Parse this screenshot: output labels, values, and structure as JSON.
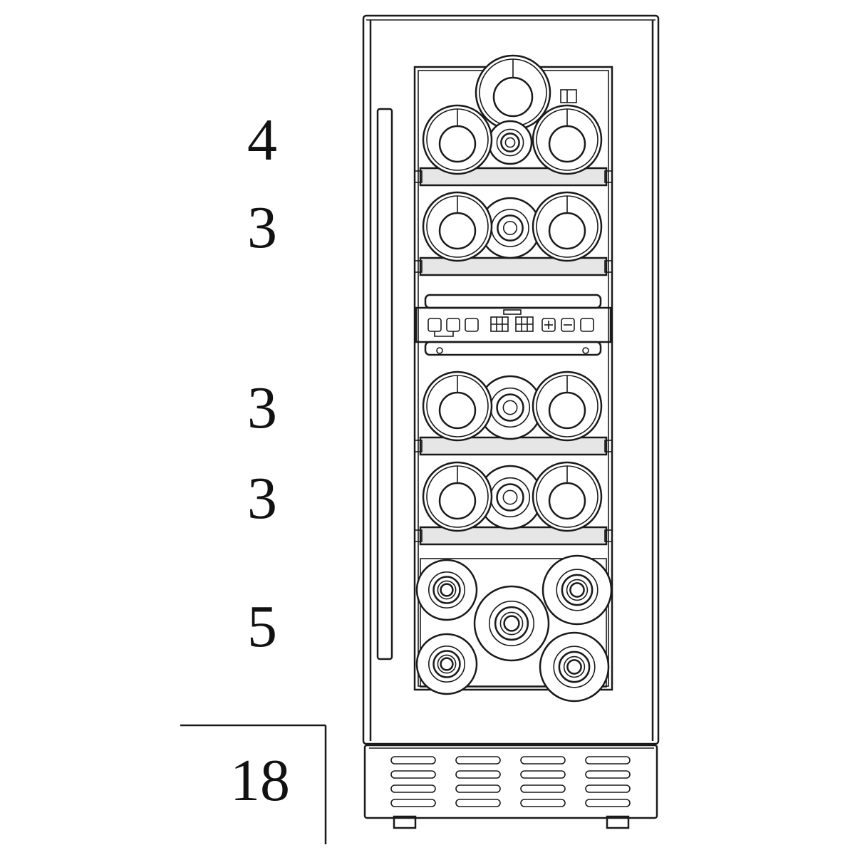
{
  "shelf_counts": [
    {
      "label": "4",
      "bottles": 4
    },
    {
      "label": "3",
      "bottles": 3
    },
    {
      "label": "3",
      "bottles": 3
    },
    {
      "label": "3",
      "bottles": 3
    },
    {
      "label": "5",
      "bottles": 5
    }
  ],
  "total_label": "18",
  "colors": {
    "line": "#1a1a1a",
    "background": "#ffffff",
    "shelf_fill": "#e6e6e6"
  }
}
